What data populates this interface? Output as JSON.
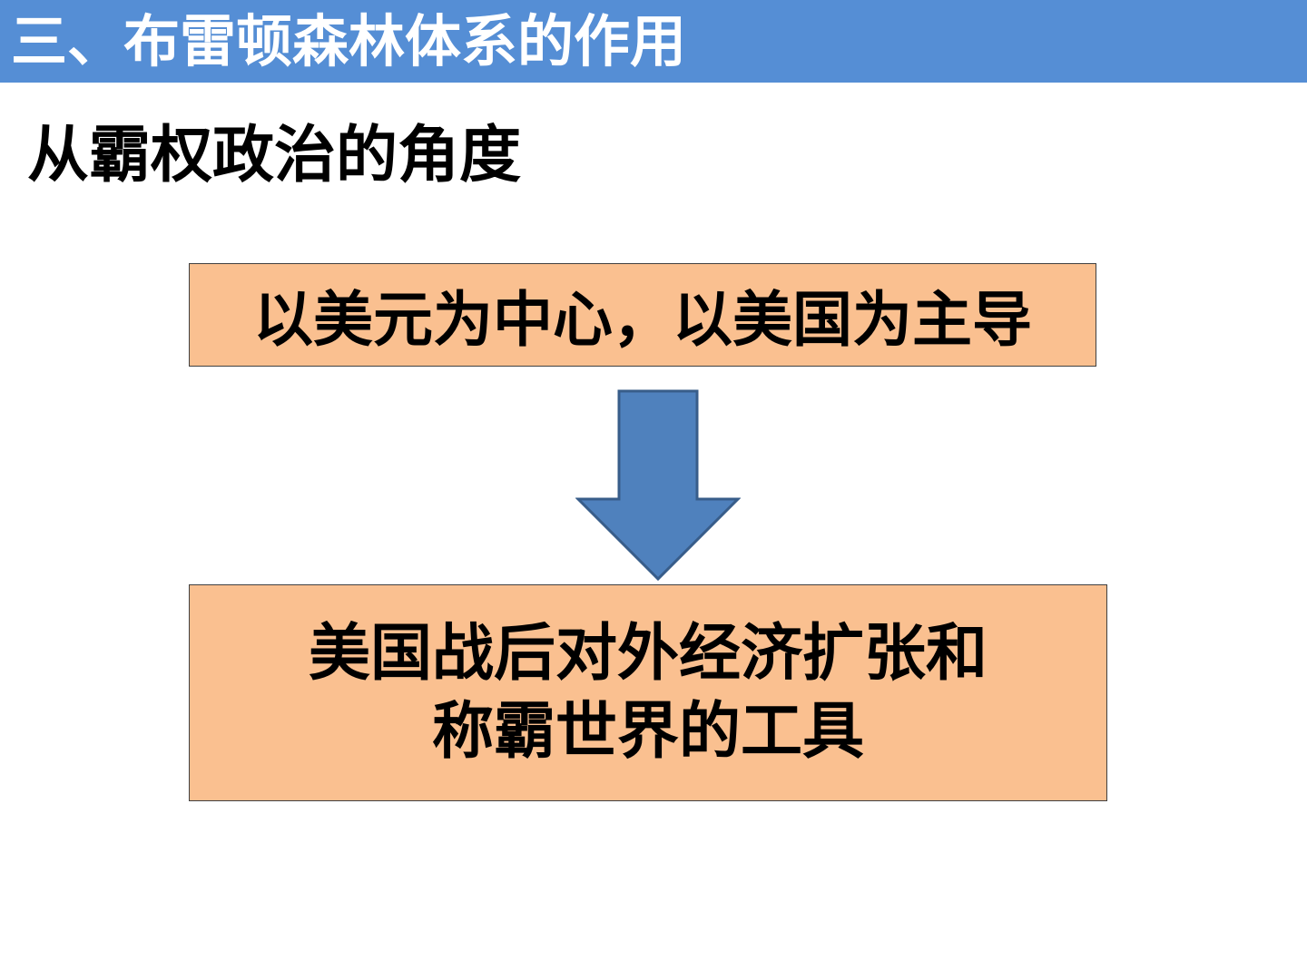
{
  "header": {
    "title": "三、布雷顿森林体系的作用",
    "background_color": "#558ed5"
  },
  "subtitle": "从霸权政治的角度",
  "flow": {
    "top_box": {
      "text": "以美元为中心，以美国为主导"
    },
    "arrow": {
      "direction": "down",
      "icon": "down-arrow-icon",
      "color": "#4f81bd"
    },
    "bottom_box": {
      "line1": "美国战后对外经济扩张和",
      "line2": "称霸世界的工具"
    },
    "box_color": "#fac090"
  }
}
